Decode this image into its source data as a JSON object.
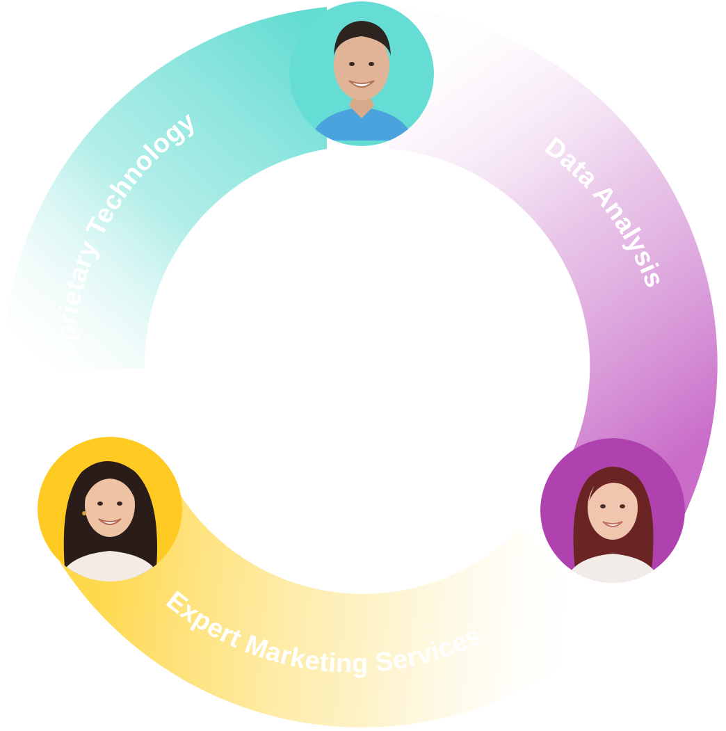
{
  "diagram": {
    "segments": [
      {
        "id": "proprietary",
        "label": "Proprietary Technology",
        "color": "#6de0d6"
      },
      {
        "id": "data",
        "label": "Data Analysis",
        "color": "#c26ac6"
      },
      {
        "id": "marketing",
        "label": "Expert Marketing Services",
        "color": "#ffd95a"
      }
    ],
    "avatars": [
      {
        "name": "team-member-top",
        "bg": "#66ddd4",
        "shirt": "#4aa3dc",
        "hair": "#2d2420",
        "skin": "#e2b497"
      },
      {
        "name": "team-member-right",
        "bg": "#b042b0",
        "shirt": "#f2ece8",
        "hair": "#6a2424",
        "skin": "#f0c6ae"
      },
      {
        "name": "team-member-left",
        "bg": "#ffcb22",
        "shirt": "#f4ece4",
        "hair": "#2a1c18",
        "skin": "#edc3a3"
      }
    ]
  }
}
